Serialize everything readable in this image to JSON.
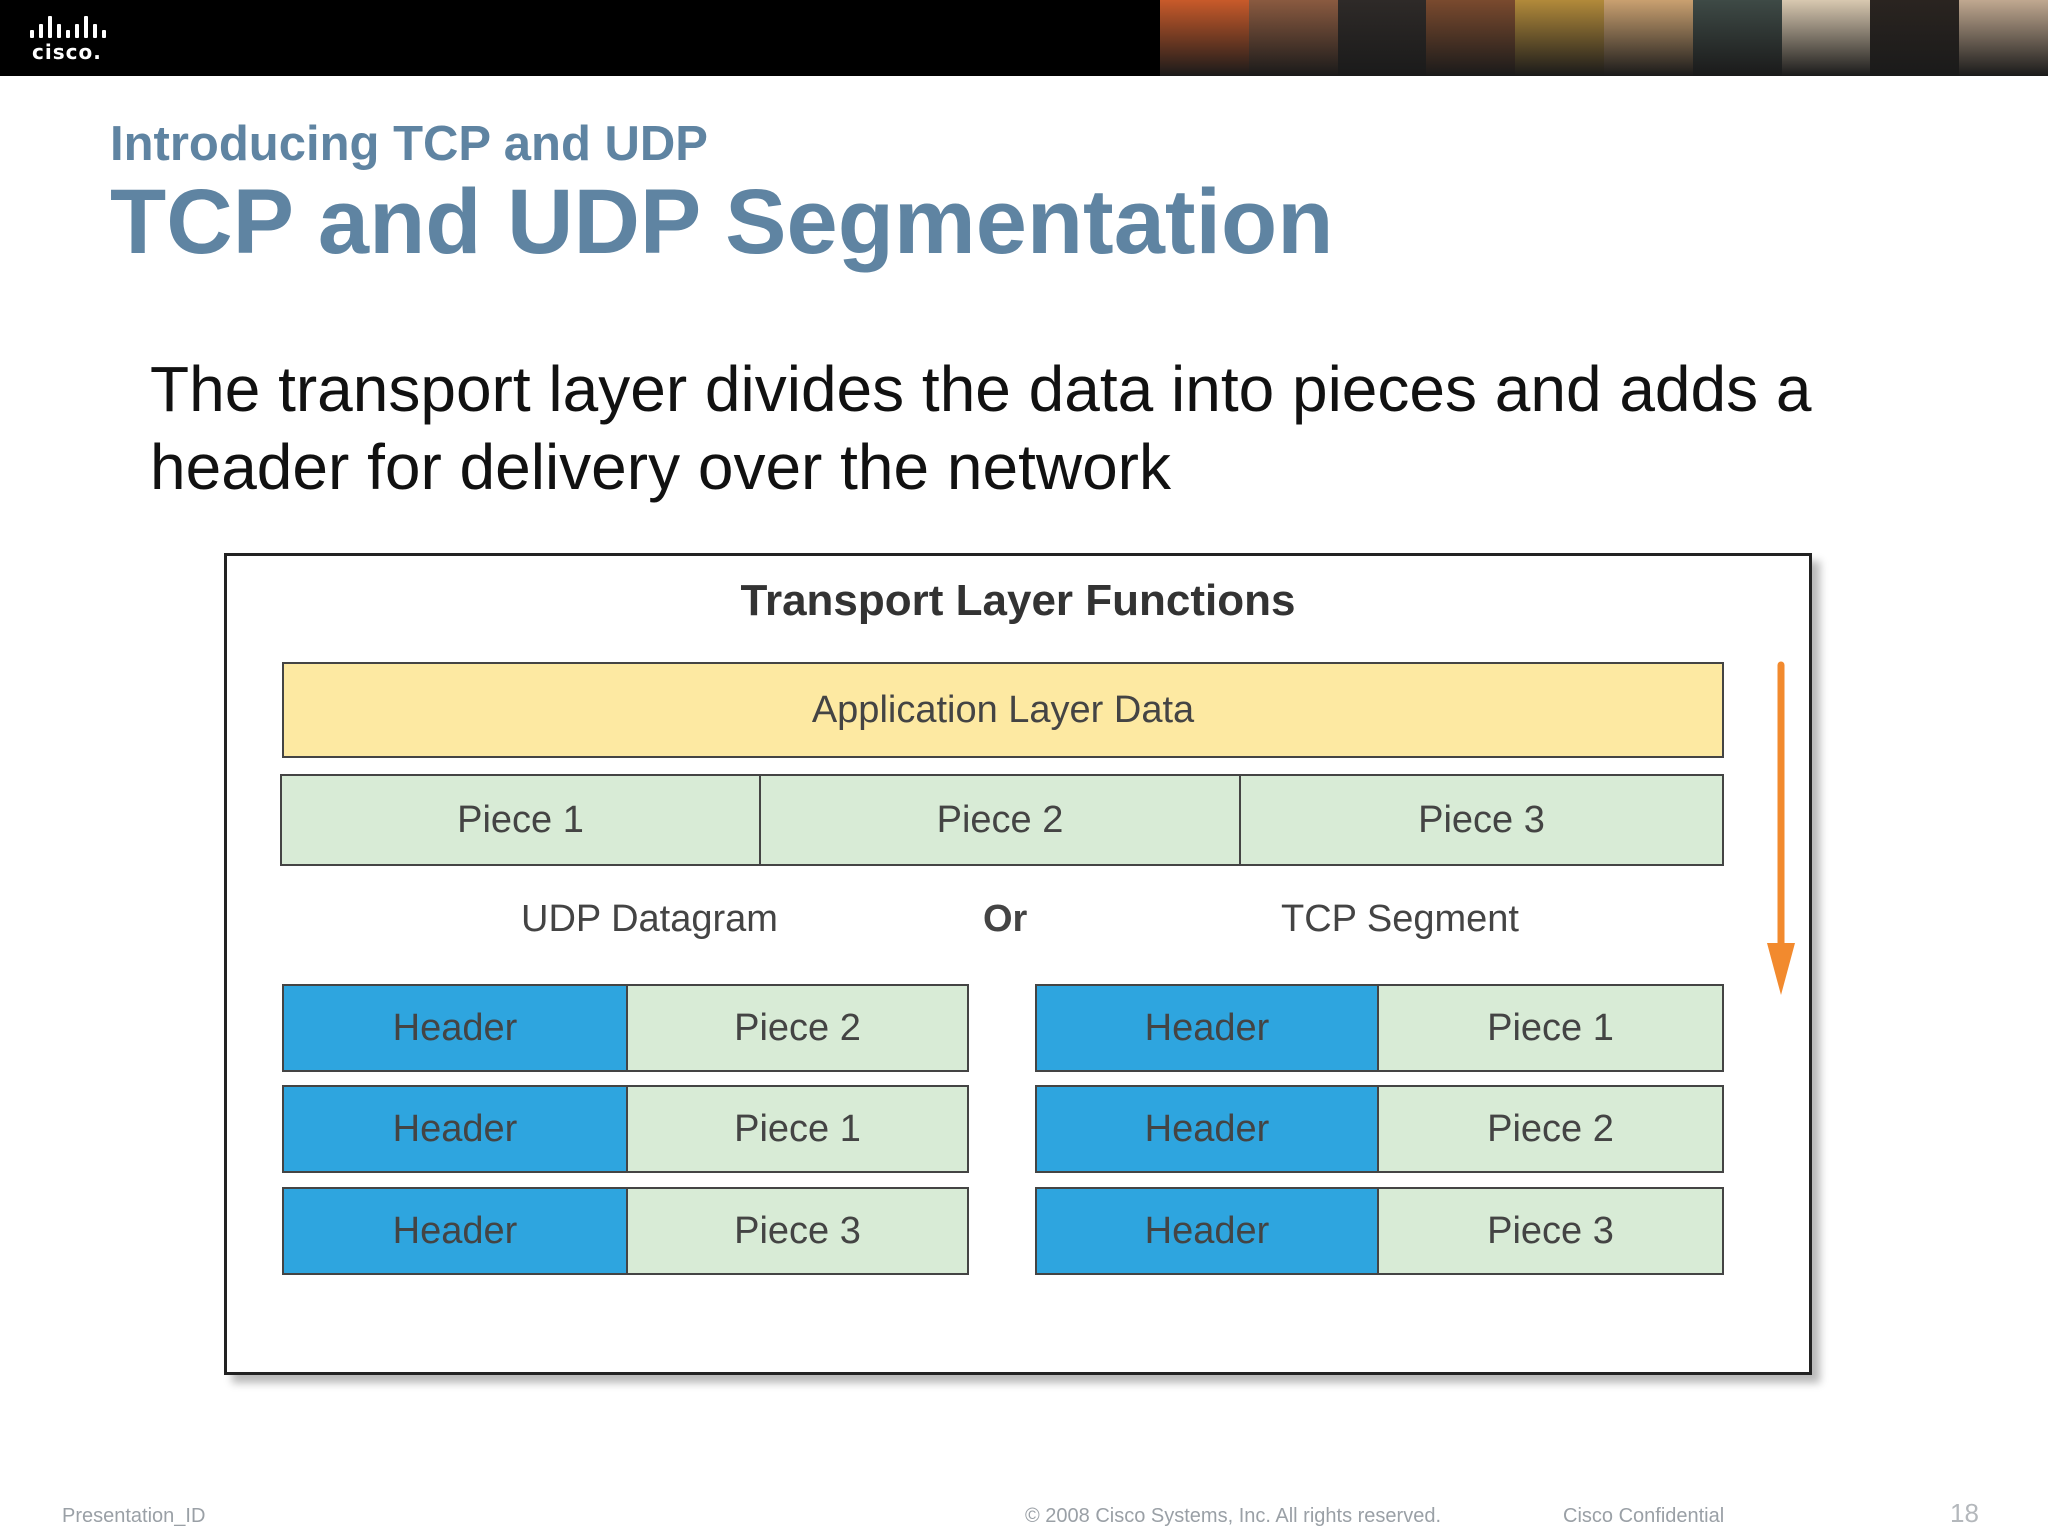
{
  "header": {
    "logo_text": "cisco.",
    "photo_colors": [
      "#c85a2a",
      "#8a5a40",
      "#2e2a28",
      "#7a4a2e",
      "#b28a3a",
      "#c9a070",
      "#3e4a46",
      "#d8c8b0",
      "#2a2420",
      "#c0a890"
    ]
  },
  "slide": {
    "subtitle": "Introducing TCP and UDP",
    "title": "TCP and UDP Segmentation",
    "body": "The transport layer divides the data into pieces and adds a header for delivery over the network"
  },
  "diagram": {
    "title": "Transport Layer Functions",
    "app_data_label": "Application Layer Data",
    "pieces": [
      "Piece 1",
      "Piece 2",
      "Piece 3"
    ],
    "udp_label": "UDP Datagram",
    "or_label": "Or",
    "tcp_label": "TCP Segment",
    "udp_rows": [
      {
        "header": "Header",
        "piece": "Piece 2"
      },
      {
        "header": "Header",
        "piece": "Piece 1"
      },
      {
        "header": "Header",
        "piece": "Piece 3"
      }
    ],
    "tcp_rows": [
      {
        "header": "Header",
        "piece": "Piece 1"
      },
      {
        "header": "Header",
        "piece": "Piece 2"
      },
      {
        "header": "Header",
        "piece": "Piece 3"
      }
    ],
    "arrow_color": "#f28a2e"
  },
  "footer": {
    "left": "Presentation_ID",
    "center": "© 2008 Cisco Systems, Inc. All rights reserved.",
    "right": "Cisco Confidential",
    "page": "18"
  }
}
